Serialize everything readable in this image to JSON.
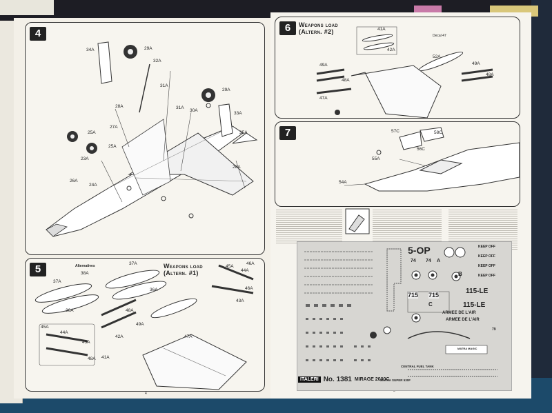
{
  "steps": {
    "s4": {
      "number": "4"
    },
    "s5": {
      "number": "5",
      "title_line1": "Weapons load",
      "title_line2": "(Altern. #1)",
      "alt_label": "Alternatives"
    },
    "s6": {
      "number": "6",
      "title_line1": "Weapons load",
      "title_line2": "(Altern. #2)",
      "decal_label": "Decal 47"
    },
    "s7": {
      "number": "7"
    }
  },
  "part_labels": {
    "s4": [
      "34A",
      "29A",
      "32A",
      "31A",
      "29A",
      "31A",
      "30A",
      "33A",
      "35A",
      "28A",
      "27A",
      "25A",
      "23A",
      "25A",
      "24A",
      "26A",
      "28A"
    ],
    "s5": [
      "38A",
      "37A",
      "36A",
      "37A",
      "36A",
      "46A",
      "44A",
      "45A",
      "43A",
      "48A",
      "49A",
      "47A",
      "45A",
      "44A",
      "43A",
      "41A",
      "42A",
      "48A",
      "46A"
    ],
    "s6": [
      "41A",
      "42A",
      "49A",
      "48A",
      "52A",
      "47A",
      "49A",
      "48A"
    ],
    "s7": [
      "57C",
      "58C",
      "56C",
      "55A",
      "54A"
    ]
  },
  "decals": {
    "code1": "5-OP",
    "code2": "74",
    "code3": "A",
    "code4": "B",
    "code5": "C",
    "code6": "715",
    "code7": "115-LE",
    "keep_off": "KEEP OFF",
    "armee": "ARMEE DE L'AIR",
    "fuel": "CENTRAL FUEL TANK",
    "matra1": "MATRA MAGIC",
    "matra2": "MATRA SUPER 530F",
    "n79": "79"
  },
  "footer": {
    "brand": "ITALERI",
    "kit_number": "No. 1381",
    "kit_name": "MIRAGE 2000C"
  },
  "page_numbers": {
    "left": "4",
    "right": "5"
  }
}
